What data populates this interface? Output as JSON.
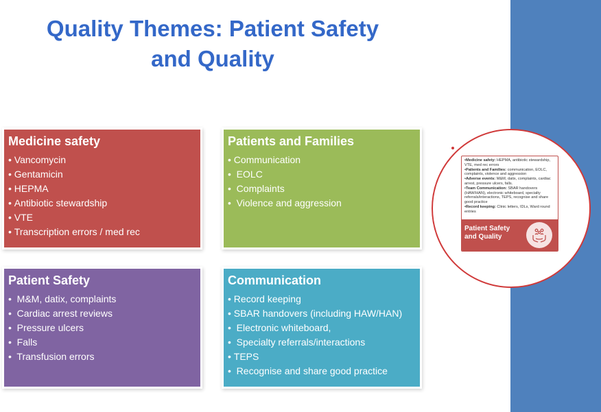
{
  "title": {
    "line1": "Quality Themes: Patient Safety",
    "line2": "and Quality"
  },
  "cards": {
    "medicine": {
      "heading": "Medicine safety",
      "items": [
        "Vancomycin",
        "Gentamicin",
        "HEPMA",
        "Antibiotic stewardship",
        "VTE",
        "Transcription errors / med rec"
      ]
    },
    "families": {
      "heading": "Patients and Families",
      "items": [
        "Communication",
        " EOLC",
        " Complaints",
        " Violence and aggression"
      ]
    },
    "safety": {
      "heading": "Patient Safety",
      "items": [
        " M&M, datix, complaints",
        " Cardiac arrest reviews",
        " Pressure ulcers",
        " Falls",
        " Transfusion errors"
      ]
    },
    "communication": {
      "heading": "Communication",
      "items": [
        "Record keeping",
        "SBAR handovers (including HAW/HAN)",
        " Electronic whiteboard,",
        " Specialty referrals/interactions",
        "TEPS",
        " Recognise and share good practice"
      ]
    }
  },
  "thumbnail": {
    "lines": [
      {
        "label": "•Medicine safety:",
        "text": " HEPMA, antibiotic stewardship, VTE, med rec errors"
      },
      {
        "label": "•Patients and Families:",
        "text": " communication, EOLC, complaints, violence and aggression"
      },
      {
        "label": "•Adverse events:",
        "text": " M&M, datix, complaints, cardiac arrest, pressure ulcers, falls."
      },
      {
        "label": "•Team Communication:",
        "text": " SBAR handovers (HAW/HAN), electronic whiteboard, specialty referrals/interactions, TEPS, recognise and share good practice"
      },
      {
        "label": "•Record keeping:",
        "text": " Clinic letters, IDLs, Ward round entries"
      }
    ],
    "footer_line1": "Patient Safety",
    "footer_line2": "and Quality",
    "icon": "hands-holding-people-icon"
  },
  "colors": {
    "title": "#3468c8",
    "medicine": "#c0504d",
    "families": "#9bbb59",
    "safety": "#8064a2",
    "communication": "#4bacc6",
    "band": "#4f81bd"
  }
}
